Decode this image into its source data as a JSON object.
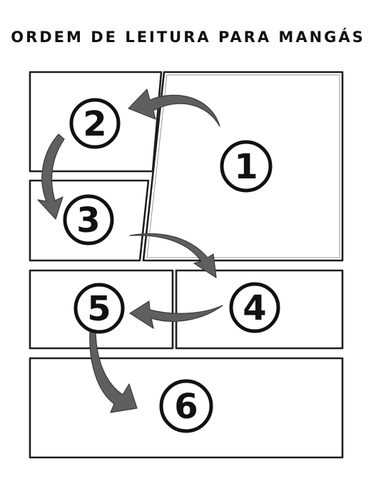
{
  "title": "ORDEM DE LEITURA PARA MANGÁS",
  "panels": [
    {
      "id": "1",
      "label": "1"
    },
    {
      "id": "2",
      "label": "2"
    },
    {
      "id": "3",
      "label": "3"
    },
    {
      "id": "4",
      "label": "4"
    },
    {
      "id": "5",
      "label": "5"
    },
    {
      "id": "6",
      "label": "6"
    }
  ],
  "reading_order": [
    "1",
    "2",
    "3",
    "4",
    "5",
    "6"
  ],
  "colors": {
    "border": "#1e1e1e",
    "arrow": "#5f5f5f",
    "background": "#ffffff"
  }
}
